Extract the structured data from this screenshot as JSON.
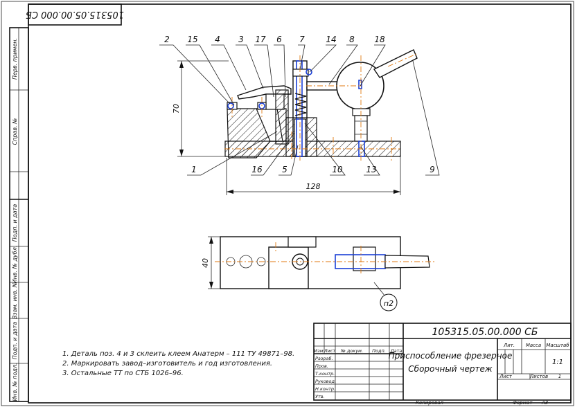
{
  "top_left_stamp": "105315.05.00.000 СБ",
  "side_strip": [
    {
      "key": "perv",
      "text": "Перв. примен."
    },
    {
      "key": "sprav",
      "text": "Справ. №"
    },
    {
      "key": "podp1",
      "text": "Подп. и дата"
    },
    {
      "key": "inv_dubl",
      "text": "Инв. № дубл."
    },
    {
      "key": "vzam",
      "text": "Взам. инв. №"
    },
    {
      "key": "podp2",
      "text": "Подп. и дата"
    },
    {
      "key": "inv_podl",
      "text": "Инв. № подл."
    }
  ],
  "callouts": [
    "2",
    "15",
    "4",
    "3",
    "17",
    "6",
    "7",
    "14",
    "8",
    "18",
    "1",
    "16",
    "5",
    "10",
    "13",
    "9"
  ],
  "dimensions": {
    "height": "70",
    "width": "128",
    "plan_width": "40"
  },
  "view_label": "п2",
  "notes": [
    "1. Деталь поз. 4 и 3 склеить клеем Анатерм – 111 ТУ 49871–98.",
    "2. Маркировать завод–изготовитель и год изготовления.",
    "3. Остальные ТТ по СТБ 1026–96."
  ],
  "title_block": {
    "designation": "105315.05.00.000 СБ",
    "name_line1": "Приспособление фрезерное",
    "name_line2": "Сборочный чертеж",
    "col_headers": [
      "Изм",
      "Лист",
      "№ докум.",
      "Подп.",
      "Дата"
    ],
    "row_labels": [
      "Разраб.",
      "Пров.",
      "Т.контр.",
      "Руковод.",
      "Н.контр.",
      "Утв."
    ],
    "lit_label": "Лит.",
    "mass_label": "Масса",
    "scale_label": "Масштаб",
    "scale_value": "1:1",
    "sheet_label": "Лист",
    "sheets_label": "Листов",
    "sheets_value": "1"
  },
  "footer": {
    "copied": "Копировал",
    "format_label": "Формат",
    "format_value": "А3"
  }
}
